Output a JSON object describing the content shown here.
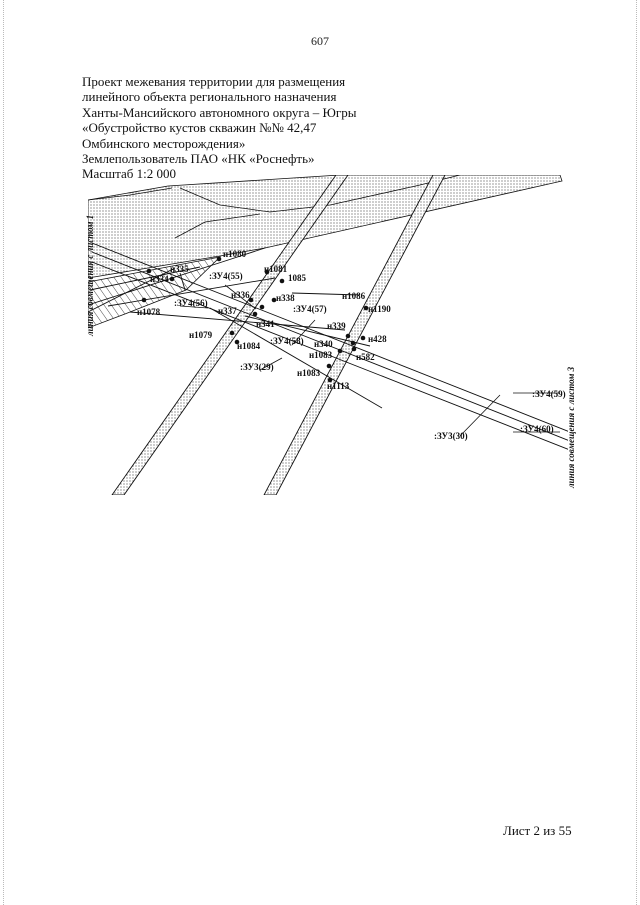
{
  "page": {
    "number": "607",
    "sheet": "Лист 2 из 55"
  },
  "title": {
    "lines": [
      "Проект межевания территории для размещения",
      "линейного объекта регионального назначения",
      "Ханты-Мансийского автономного округа – Югры",
      "«Обустройство кустов скважин №№ 42,47",
      "Омбинского месторождения»",
      "Землепользователь ПАО «НК «Роснефть»",
      "Масштаб 1:2 000"
    ]
  },
  "map": {
    "side_labels": {
      "left": "линия совмещения с листом 1",
      "right": "линия совмещения с листом 3"
    },
    "parcels": {
      "zu4_55": ":ЗУ4(55)",
      "zu4_56": ":ЗУ4(56)",
      "zu4_57": ":ЗУ4(57)",
      "zu4_58": ":ЗУ4(58)",
      "zu3_29": ":ЗУ3(29)",
      "zu4_59": ":ЗУ4(59)",
      "zu4_60": ":ЗУ4(60)",
      "zu3_30": ":ЗУ3(30)"
    },
    "points": {
      "n1080": "н1080",
      "n335": "н335",
      "n334": "н334",
      "n1081": "н1081",
      "p1085": "1085",
      "n1078": "н1078",
      "n336": "н336",
      "n338": "н338",
      "n1086": "н1086",
      "n1190": "н1190",
      "n337": "н337",
      "n341": "н341",
      "n339": "н339",
      "n1079": "н1079",
      "n428": "н428",
      "n1084": "н1084",
      "n340": "н340",
      "n1083a": "н1083",
      "n582": "н582",
      "n1083b": "н1083",
      "n1113": "н1113"
    }
  }
}
